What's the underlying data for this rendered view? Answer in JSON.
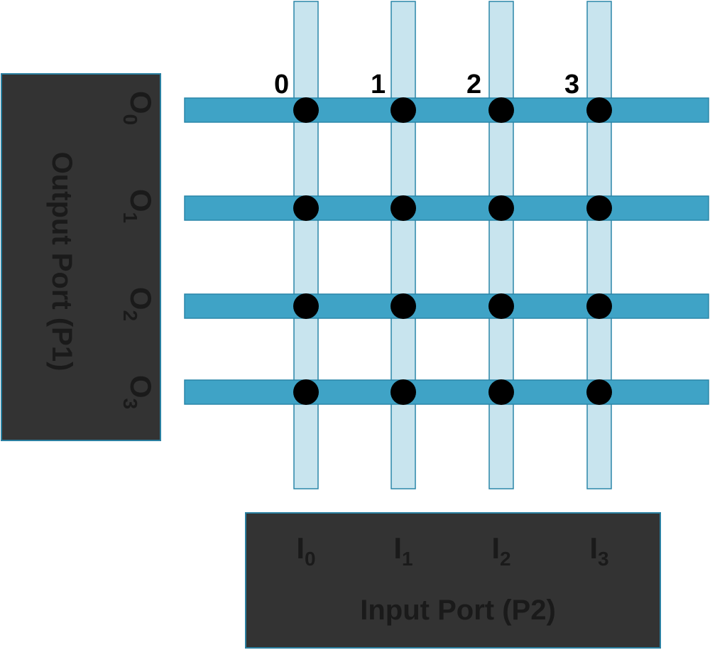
{
  "diagram": {
    "column_numbers": [
      "0",
      "1",
      "2",
      "3"
    ],
    "output_port": {
      "title": "Output Port (P1)",
      "ports": [
        {
          "base": "O",
          "sub": "0"
        },
        {
          "base": "O",
          "sub": "1"
        },
        {
          "base": "O",
          "sub": "2"
        },
        {
          "base": "O",
          "sub": "3"
        }
      ]
    },
    "input_port": {
      "title": "Input Port (P2)",
      "ports": [
        {
          "base": "I",
          "sub": "0"
        },
        {
          "base": "I",
          "sub": "1"
        },
        {
          "base": "I",
          "sub": "2"
        },
        {
          "base": "I",
          "sub": "3"
        }
      ]
    },
    "colors": {
      "horizontal_bus": "#3fa3c6",
      "vertical_bus": "#c8e4ee",
      "bus_border": "#2a86a8",
      "port_block": "#333333",
      "port_block_border": "#2a7fa0",
      "crosspoint": "#000000",
      "label_text": "#000000",
      "port_text": "#1a1a1a"
    }
  }
}
